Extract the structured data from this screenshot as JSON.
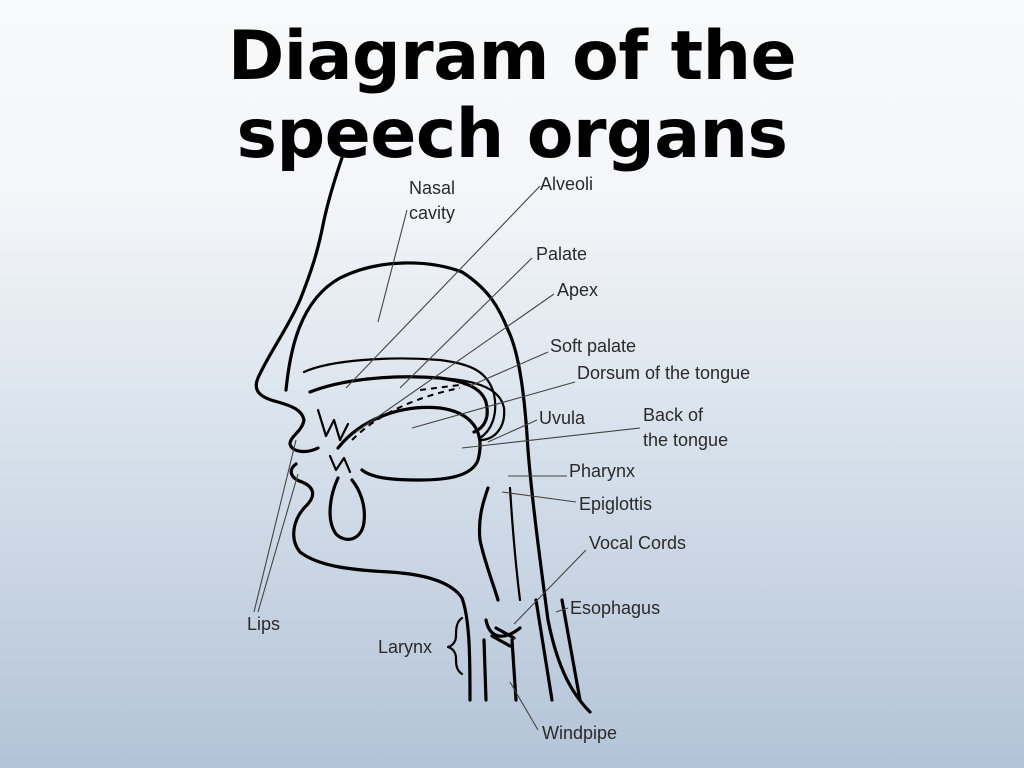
{
  "title": {
    "line1": "Diagram of the",
    "line2": "speech organs"
  },
  "labels": {
    "nasal_line1": "Nasal",
    "nasal_line2": "cavity",
    "alveoli": "Alveoli",
    "palate": "Palate",
    "apex": "Apex",
    "soft_palate": "Soft palate",
    "dorsum": "Dorsum of the tongue",
    "uvula": "Uvula",
    "back_line1": "Back of",
    "back_line2": "the tongue",
    "pharynx": "Pharynx",
    "epiglottis": "Epiglottis",
    "vocal_cords": "Vocal Cords",
    "esophagus": "Esophagus",
    "lips": "Lips",
    "larynx": "Larynx",
    "windpipe": "Windpipe"
  }
}
